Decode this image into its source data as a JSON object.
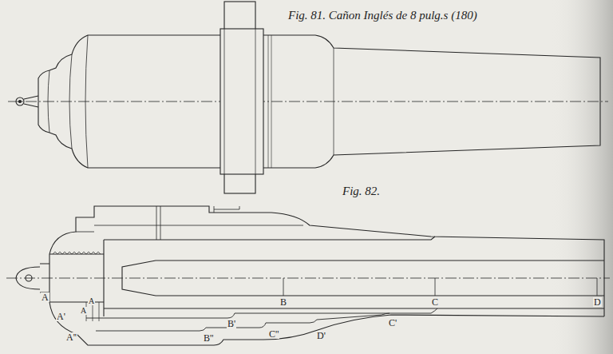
{
  "diagram": {
    "title": "Fig. 81. Cañon Inglés de 8 pulg.s (180)",
    "labels": [
      "Fig. 82.",
      "A",
      "A'",
      "A",
      "A",
      "A''",
      "B",
      "B'",
      "B''",
      "C''",
      "D'",
      "C'",
      "C",
      "D"
    ]
  }
}
